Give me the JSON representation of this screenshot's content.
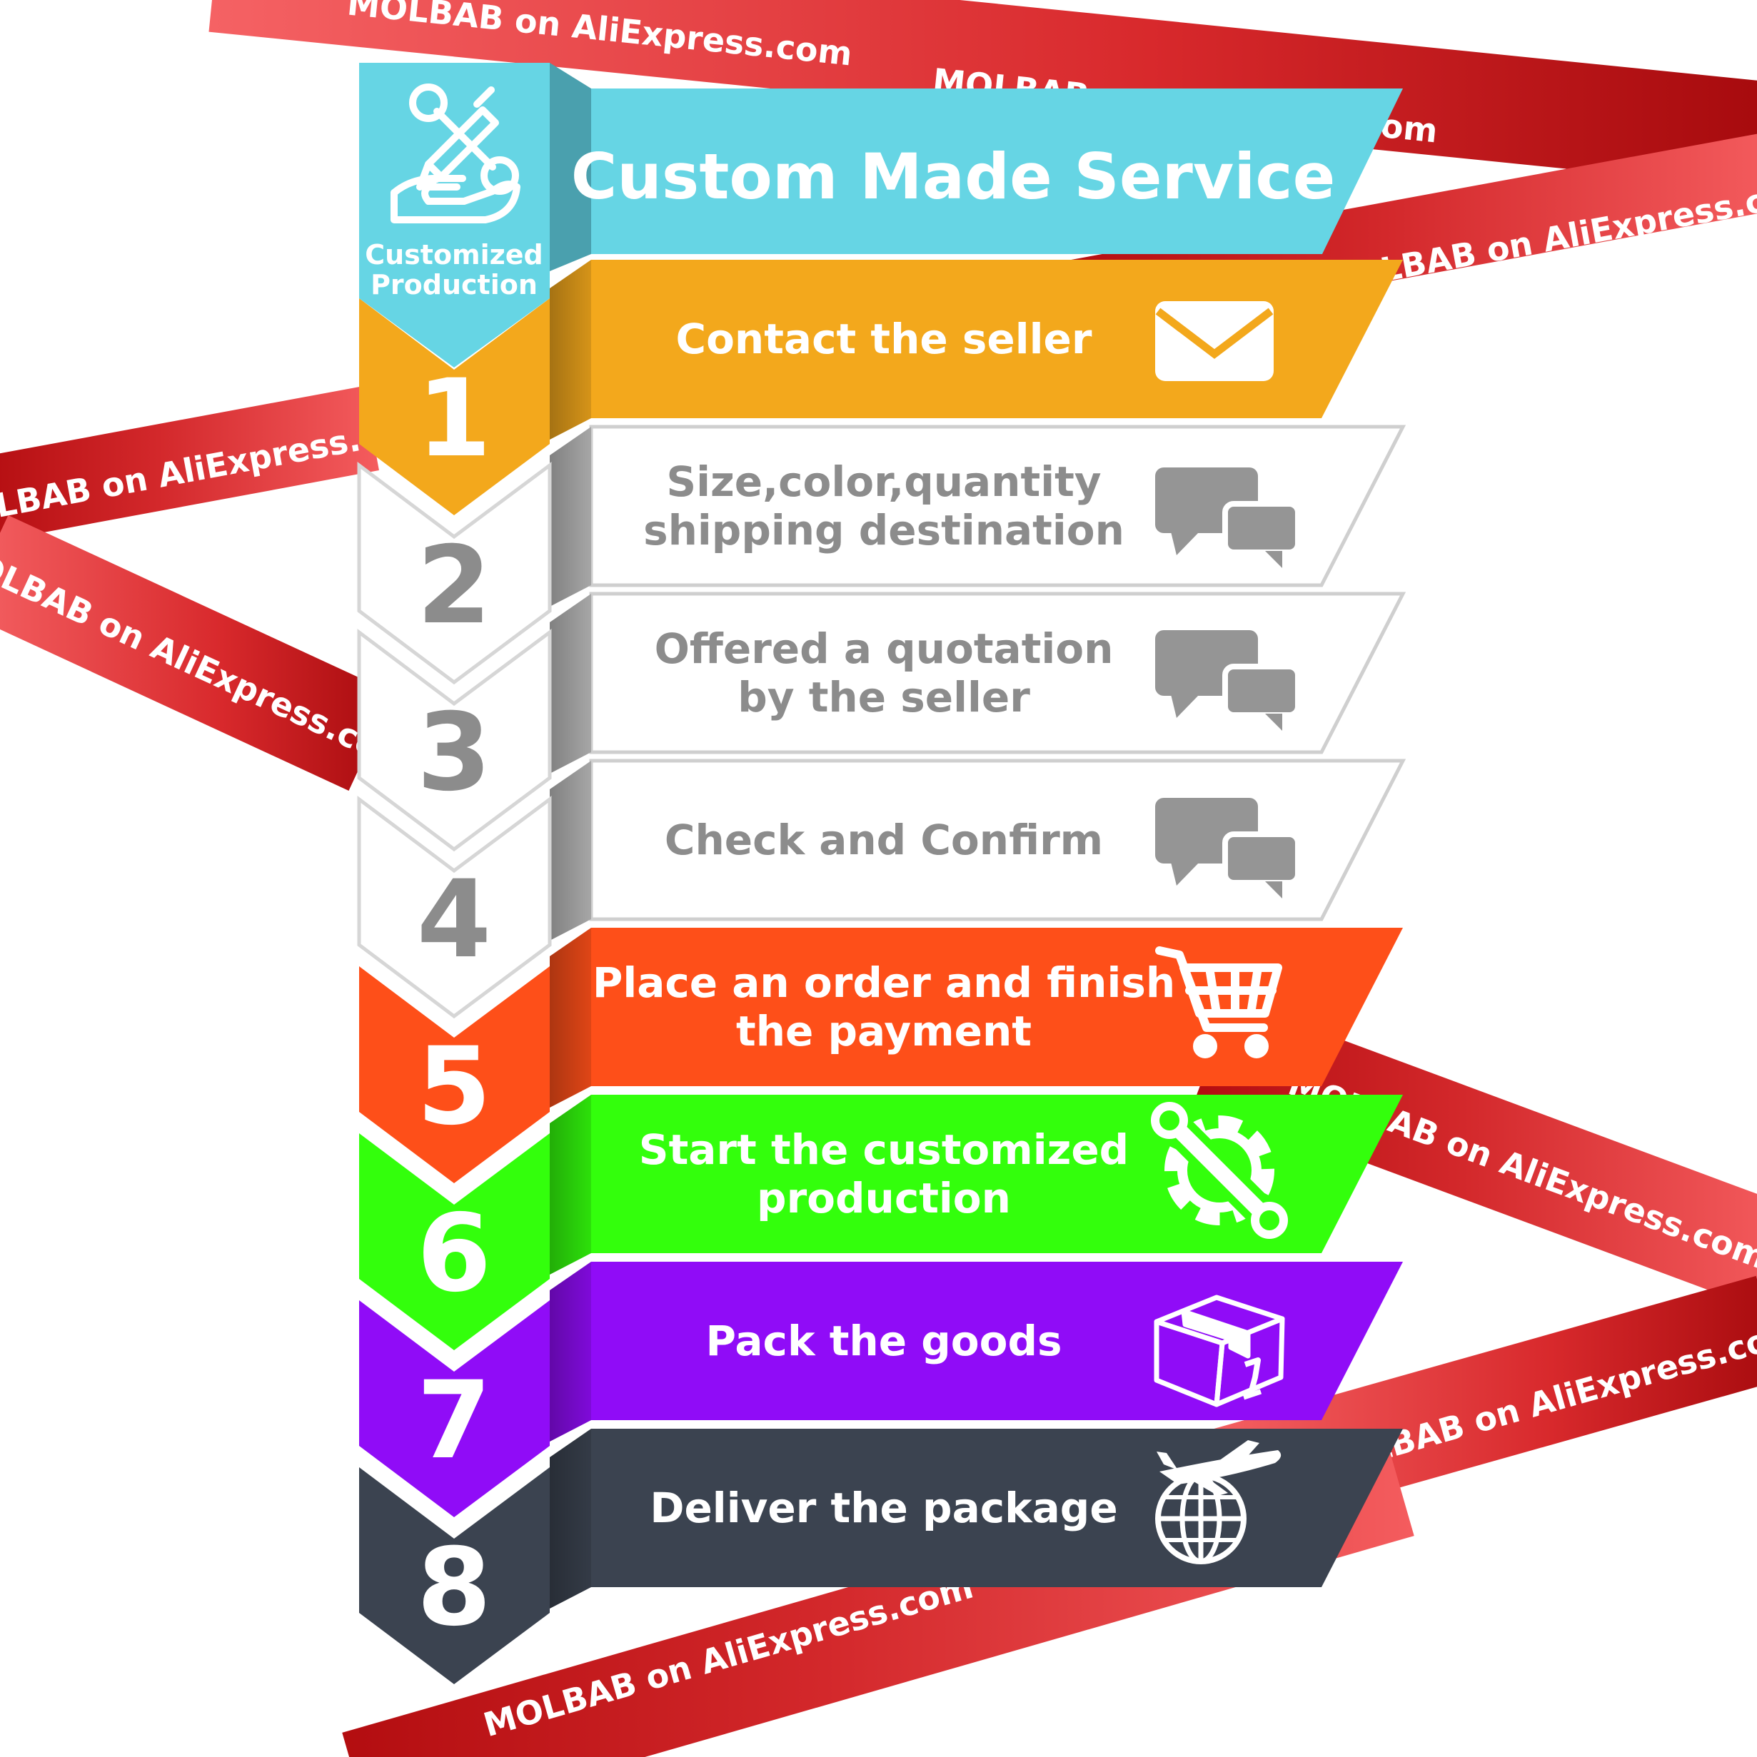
{
  "watermark": "MOLBAB on AliExpress.com",
  "title": "Custom Made Service",
  "side_label_line1": "Customized",
  "side_label_line2": "Production",
  "colors": {
    "ribbon_dark": "#a80a0e",
    "ribbon_light": "#f05a5c",
    "header": "#66d5e4",
    "header_side": "#4aa0ae",
    "step_text_grey": "#8c8c8c",
    "icon_grey": "#959595"
  },
  "steps": [
    {
      "number": "1",
      "lines": [
        "Contact the seller"
      ],
      "color": "#f3a81c",
      "number_color": "#ffffff",
      "text_color": "#ffffff",
      "icon": "envelope-icon"
    },
    {
      "number": "2",
      "lines": [
        "Size,color,quantity",
        "shipping destination"
      ],
      "color": "#ffffff",
      "number_color": "#8c8c8c",
      "text_color": "#8c8c8c",
      "icon": "chat-bubbles-icon"
    },
    {
      "number": "3",
      "lines": [
        "Offered a quotation",
        "by the seller"
      ],
      "color": "#ffffff",
      "number_color": "#8c8c8c",
      "text_color": "#8c8c8c",
      "icon": "chat-bubbles-icon"
    },
    {
      "number": "4",
      "lines": [
        "Check and Confirm"
      ],
      "color": "#ffffff",
      "number_color": "#8c8c8c",
      "text_color": "#8c8c8c",
      "icon": "chat-bubbles-icon"
    },
    {
      "number": "5",
      "lines": [
        "Place an order and finish",
        "the payment"
      ],
      "color": "#fe4f19",
      "number_color": "#ffffff",
      "text_color": "#ffffff",
      "icon": "shopping-cart-icon"
    },
    {
      "number": "6",
      "lines": [
        "Start the customized",
        "production"
      ],
      "color": "#33ff0c",
      "number_color": "#ffffff",
      "text_color": "#ffffff",
      "icon": "gear-wrench-icon"
    },
    {
      "number": "7",
      "lines": [
        "Pack the goods"
      ],
      "color": "#900cf7",
      "number_color": "#ffffff",
      "text_color": "#ffffff",
      "icon": "package-box-icon"
    },
    {
      "number": "8",
      "lines": [
        "Deliver the package"
      ],
      "color": "#3b4350",
      "number_color": "#ffffff",
      "text_color": "#ffffff",
      "icon": "airplane-globe-icon"
    }
  ]
}
